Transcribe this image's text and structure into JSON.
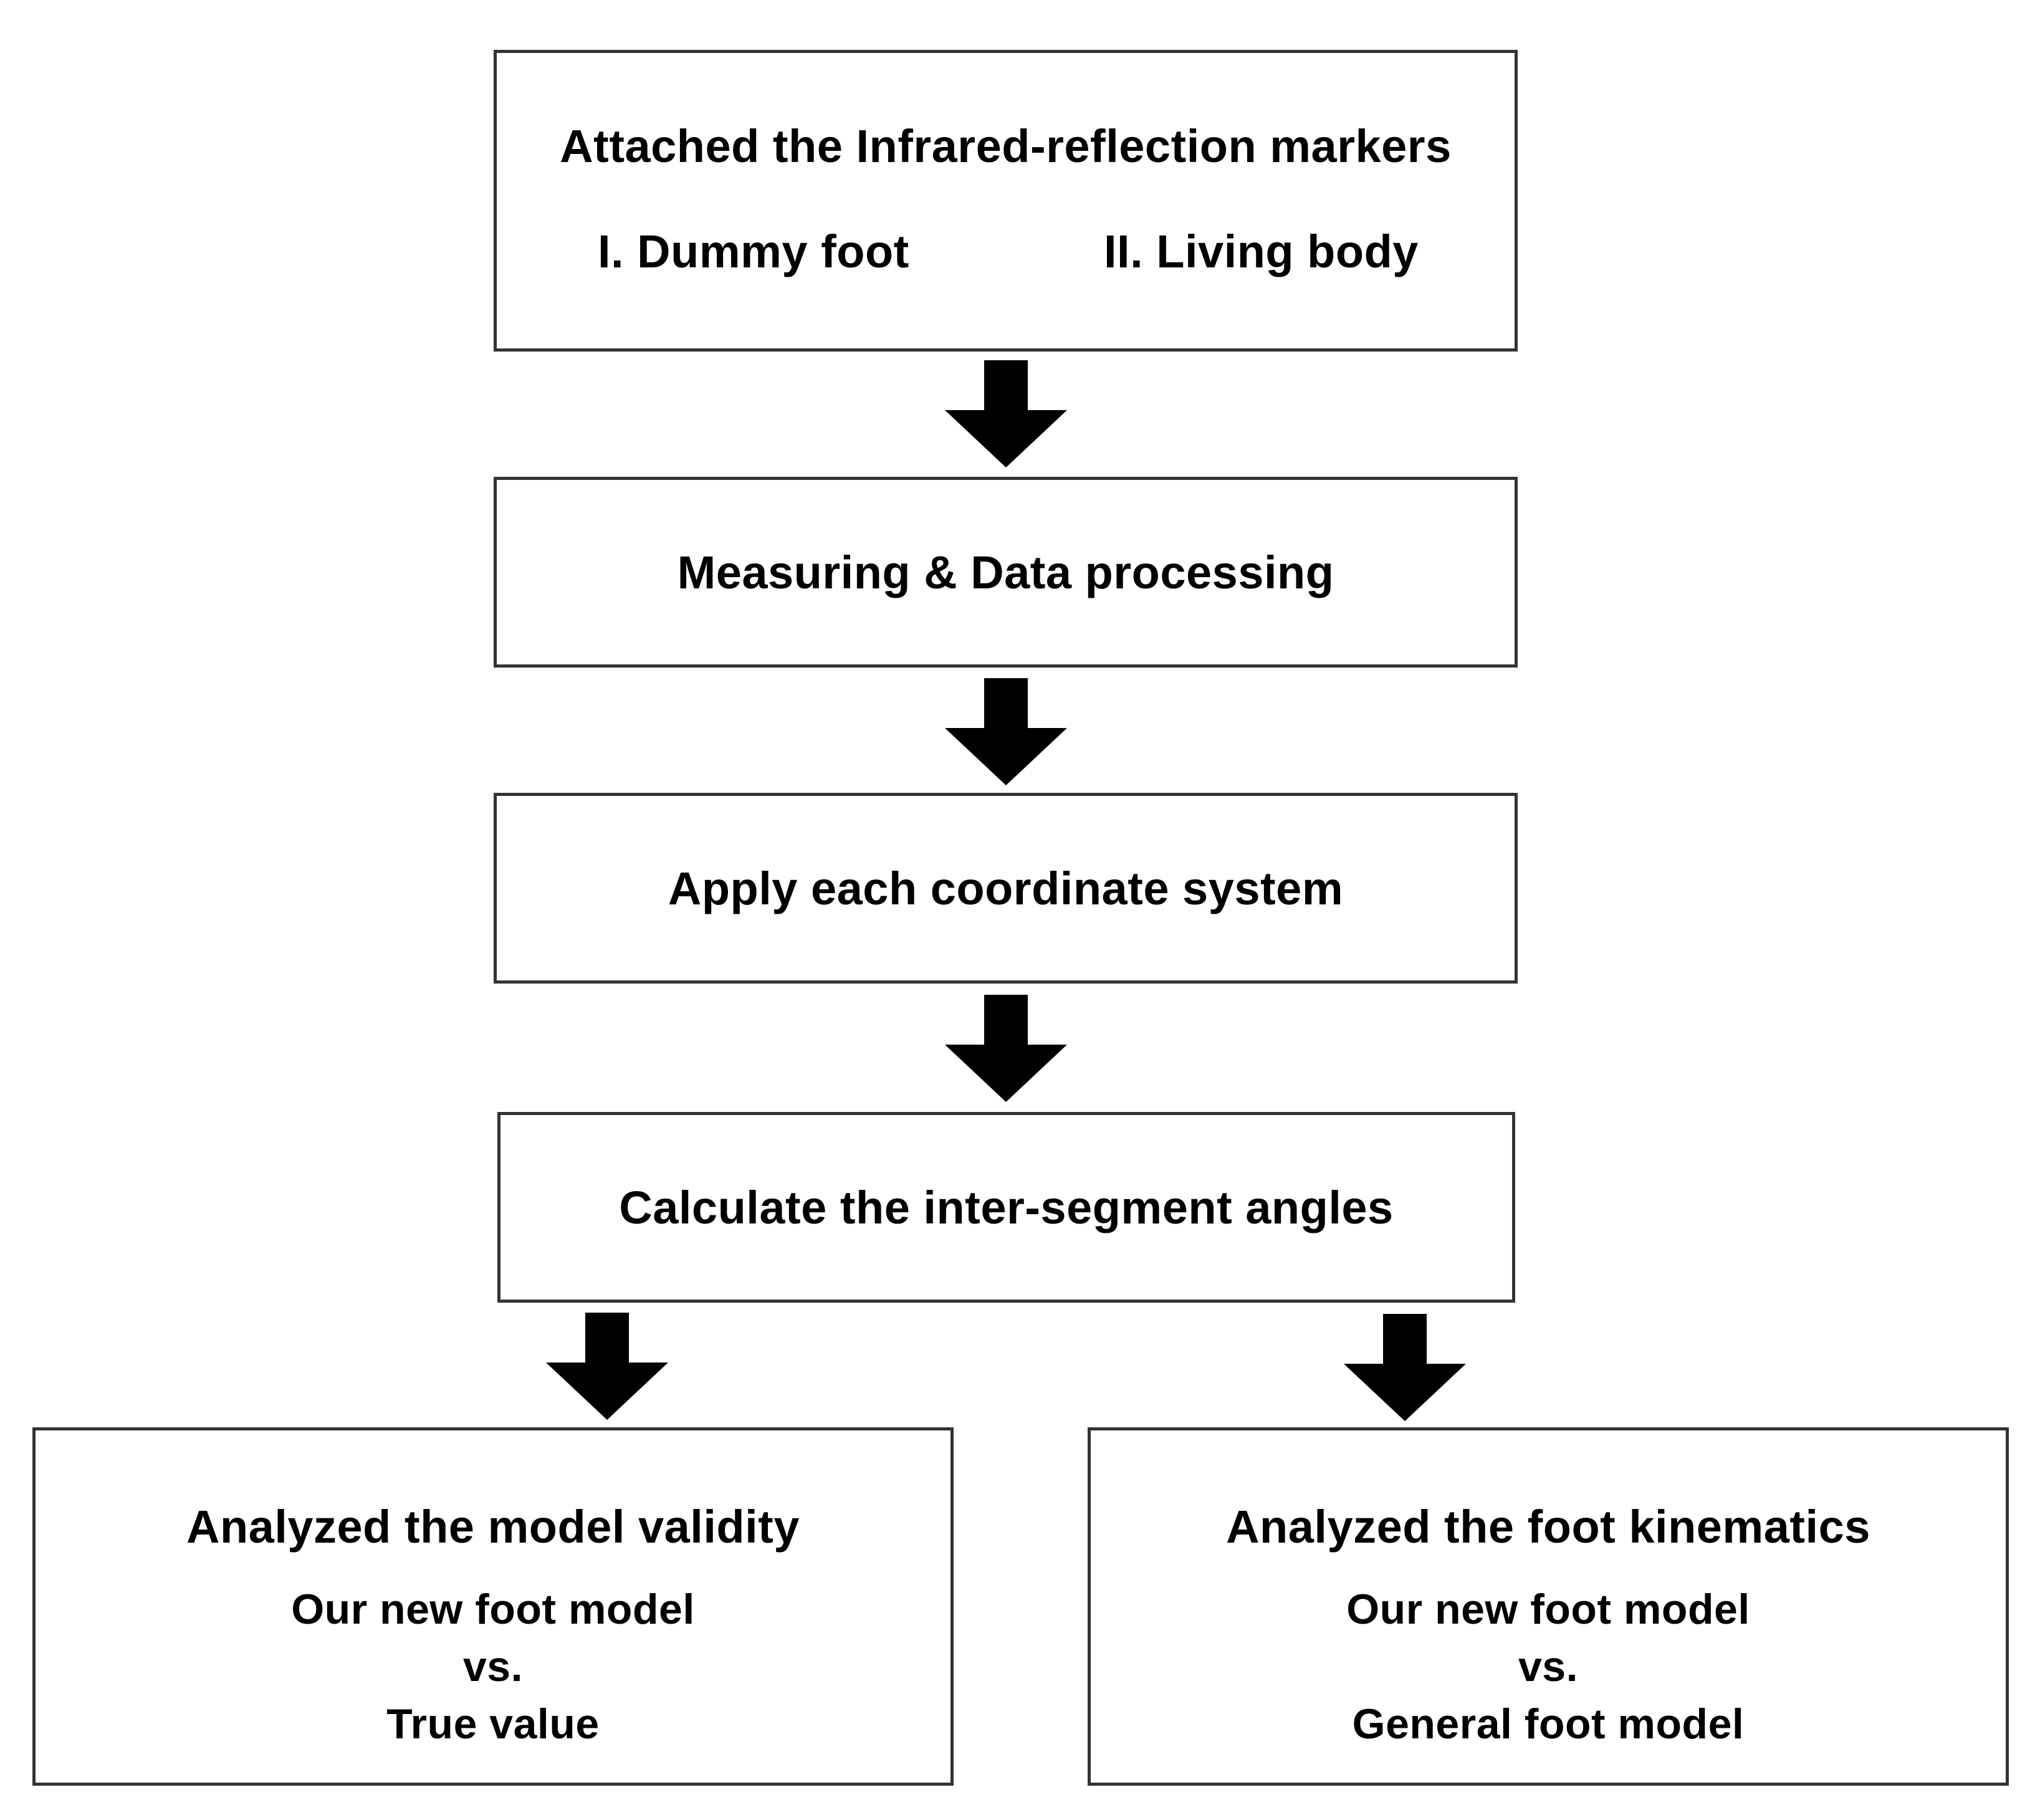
{
  "boxes": {
    "attach": {
      "title": "Attached the Infrared-reflection markers",
      "option_1": "I. Dummy foot",
      "option_2": "II. Living body"
    },
    "measure": {
      "title": "Measuring & Data processing"
    },
    "apply": {
      "title": "Apply each coordinate system"
    },
    "calculate": {
      "title": "Calculate the inter-segment angles"
    },
    "validity": {
      "title": "Analyzed the model validity",
      "line_1": "Our new foot model",
      "line_2": "vs.",
      "line_3": "True value"
    },
    "kinematics": {
      "title": "Analyzed the foot kinematics",
      "line_1": "Our new foot model",
      "line_2": "vs.",
      "line_3": "General foot model"
    }
  },
  "colors": {
    "border": "#333333",
    "arrow": "#000000",
    "text": "#000000",
    "background": "#ffffff"
  },
  "icons": {
    "arrow": "down-arrow-icon"
  }
}
